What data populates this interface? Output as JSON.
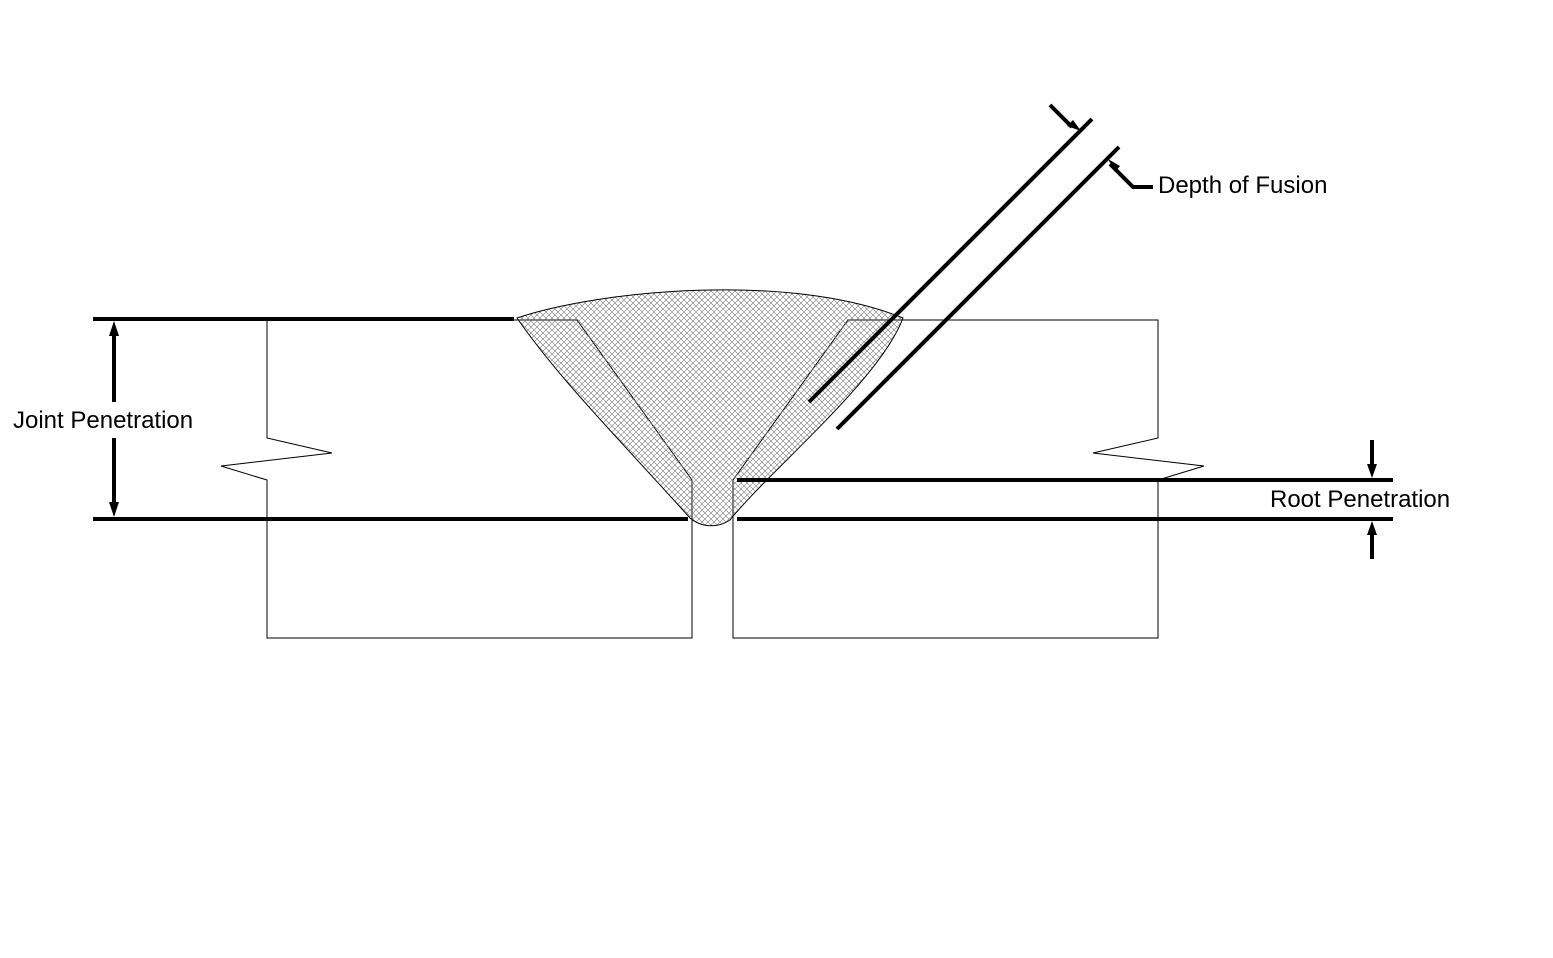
{
  "labels": {
    "depth_of_fusion": "Depth of Fusion",
    "joint_penetration": "Joint Penetration",
    "root_penetration": "Root Penetration"
  },
  "colors": {
    "line": "#000000",
    "background": "#ffffff",
    "hatch": "#777777"
  }
}
